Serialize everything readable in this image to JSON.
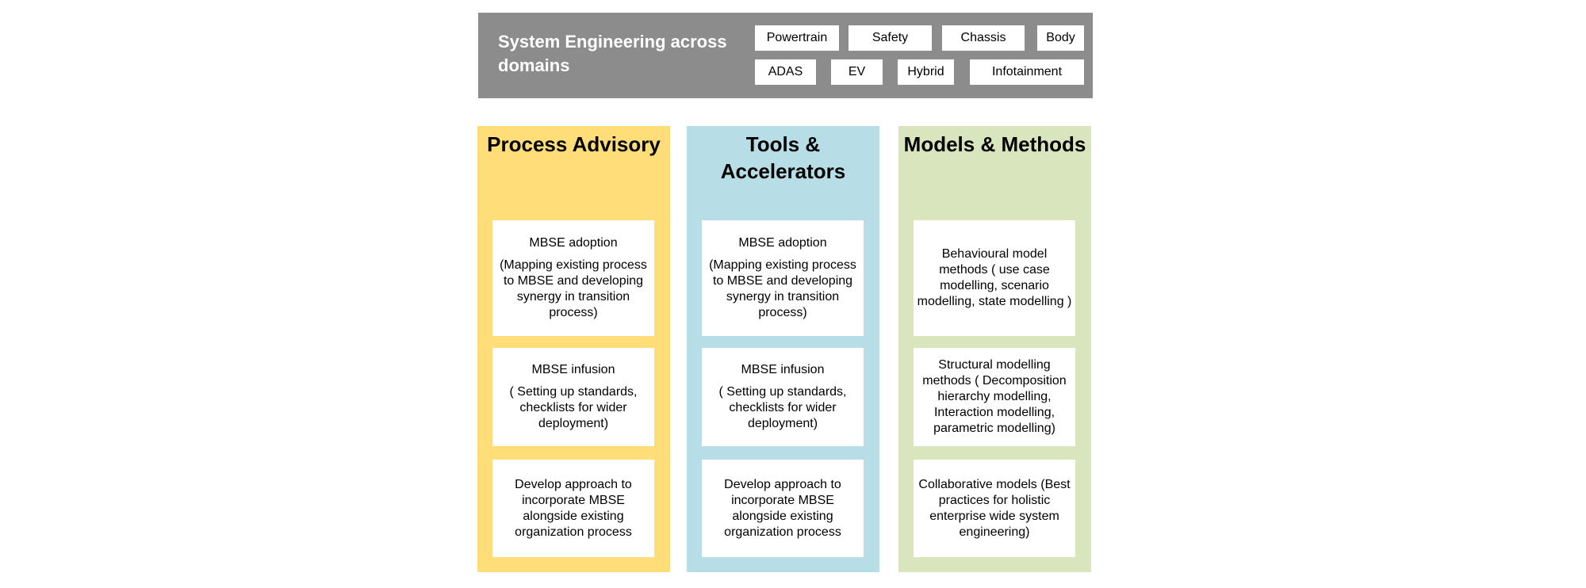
{
  "header": {
    "title": "System Engineering across domains",
    "domains": [
      "Powertrain",
      "Safety",
      "Chassis",
      "Body",
      "ADAS",
      "EV",
      "Hybrid",
      "Infotainment"
    ]
  },
  "columns": [
    {
      "title": "Process Advisory",
      "color": "#ffdd78",
      "cards": [
        {
          "title": "MBSE adoption",
          "desc": "(Mapping existing process to MBSE  and developing synergy in transition process)"
        },
        {
          "title": "MBSE infusion",
          "desc": "( Setting up standards, checklists for wider deployment)"
        },
        {
          "title": "",
          "desc": "Develop approach to incorporate MBSE alongside existing organization process"
        }
      ]
    },
    {
      "title": "Tools & Accelerators",
      "color": "#b7dde6",
      "cards": [
        {
          "title": "MBSE adoption",
          "desc": "(Mapping existing process to MBSE  and developing synergy in transition process)"
        },
        {
          "title": "MBSE infusion",
          "desc": "( Setting up standards, checklists for wider deployment)"
        },
        {
          "title": "",
          "desc": "Develop approach to incorporate MBSE alongside existing organization process"
        }
      ]
    },
    {
      "title": "Models & Methods",
      "color": "#d8e5bd",
      "cards": [
        {
          "title": "",
          "desc": "Behavioural model methods ( use case modelling, scenario modelling, state modelling )"
        },
        {
          "title": "",
          "desc": "Structural modelling methods ( Decomposition hierarchy modelling, Interaction modelling, parametric modelling)"
        },
        {
          "title": "",
          "desc": "Collaborative models (Best practices for holistic enterprise wide system engineering)"
        }
      ]
    }
  ]
}
